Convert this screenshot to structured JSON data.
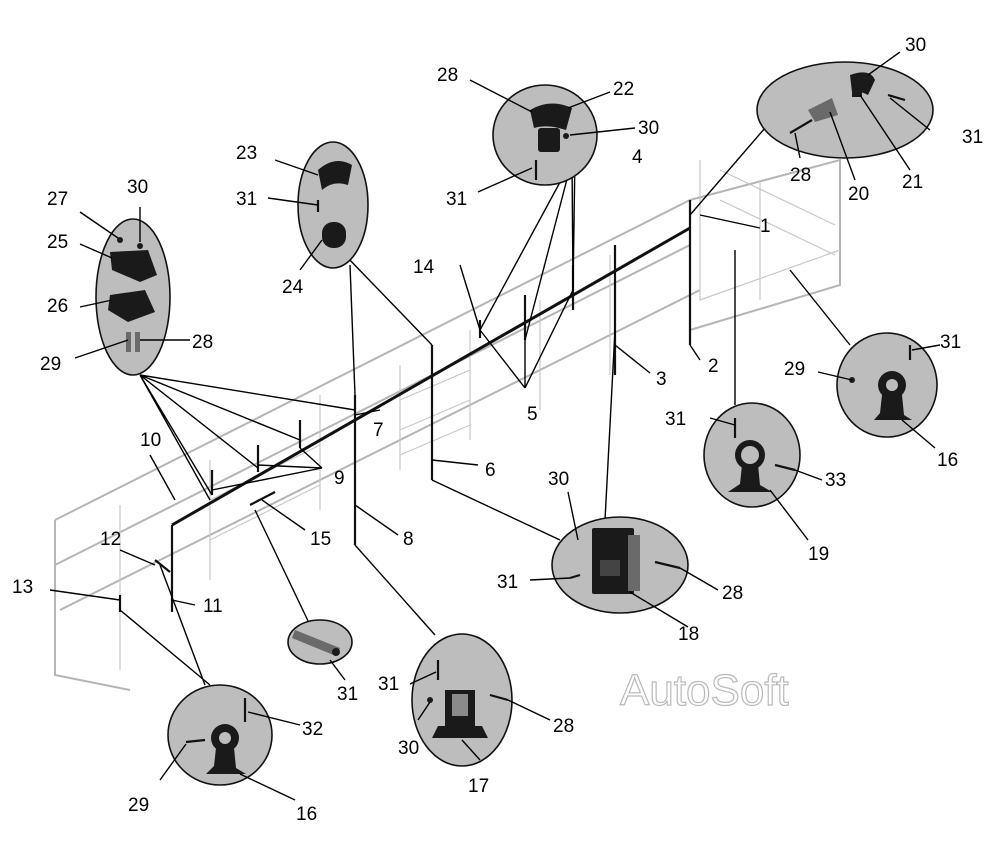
{
  "figure": {
    "watermark": "AutoSoft",
    "callouts": [
      "1",
      "2",
      "3",
      "4",
      "5",
      "6",
      "7",
      "8",
      "9",
      "10",
      "11",
      "12",
      "13",
      "14",
      "15",
      "16",
      "16",
      "17",
      "18",
      "19",
      "20",
      "21",
      "22",
      "23",
      "24",
      "25",
      "26",
      "27",
      "28",
      "28",
      "28",
      "28",
      "28",
      "28",
      "29",
      "29",
      "29",
      "30",
      "30",
      "30",
      "30",
      "30",
      "31",
      "31",
      "31",
      "31",
      "31",
      "31",
      "31",
      "31",
      "31",
      "32",
      "33"
    ]
  }
}
